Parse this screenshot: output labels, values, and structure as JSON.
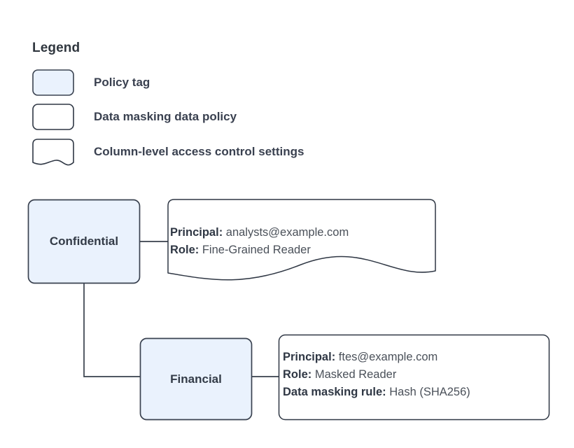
{
  "legend": {
    "title": "Legend",
    "items": [
      {
        "label": "Policy tag",
        "shape": "policy-tag-rounded-rect",
        "icon": "policy-tag-swatch-icon"
      },
      {
        "label": "Data masking data policy",
        "shape": "data-policy-rounded-rect",
        "icon": "data-masking-policy-swatch-icon"
      },
      {
        "label": "Column-level access control settings",
        "shape": "note-wavy-bottom",
        "icon": "column-access-settings-swatch-icon"
      }
    ]
  },
  "diagram": {
    "nodes": [
      {
        "id": "confidential",
        "label": "Confidential",
        "type": "policy-tag"
      },
      {
        "id": "financial",
        "label": "Financial",
        "type": "policy-tag"
      }
    ],
    "notes": [
      {
        "id": "confidential-access",
        "type": "column-level-access-control-settings",
        "lines": [
          {
            "key": "Principal:",
            "value": "analysts@example.com"
          },
          {
            "key": "Role:",
            "value": "Fine-Grained Reader"
          }
        ]
      },
      {
        "id": "financial-masking",
        "type": "data-masking-data-policy",
        "lines": [
          {
            "key": "Principal:",
            "value": "ftes@example.com"
          },
          {
            "key": "Role:",
            "value": "Masked Reader"
          },
          {
            "key": "Data masking rule:",
            "value": "Hash (SHA256)"
          }
        ]
      }
    ],
    "edges": [
      {
        "from": "confidential",
        "to": "confidential-access",
        "style": "straight"
      },
      {
        "from": "confidential",
        "to": "financial",
        "style": "elbow"
      },
      {
        "from": "financial",
        "to": "financial-masking",
        "style": "straight"
      }
    ]
  },
  "colors": {
    "policy_tag_fill": "#eaf2fd",
    "shape_stroke": "#3a4250",
    "note_fill": "#ffffff",
    "note_stroke": "#2f3744",
    "connector": "#38404c",
    "text_strong": "#30373f",
    "text_value": "#4a5059",
    "background": "#ffffff"
  }
}
